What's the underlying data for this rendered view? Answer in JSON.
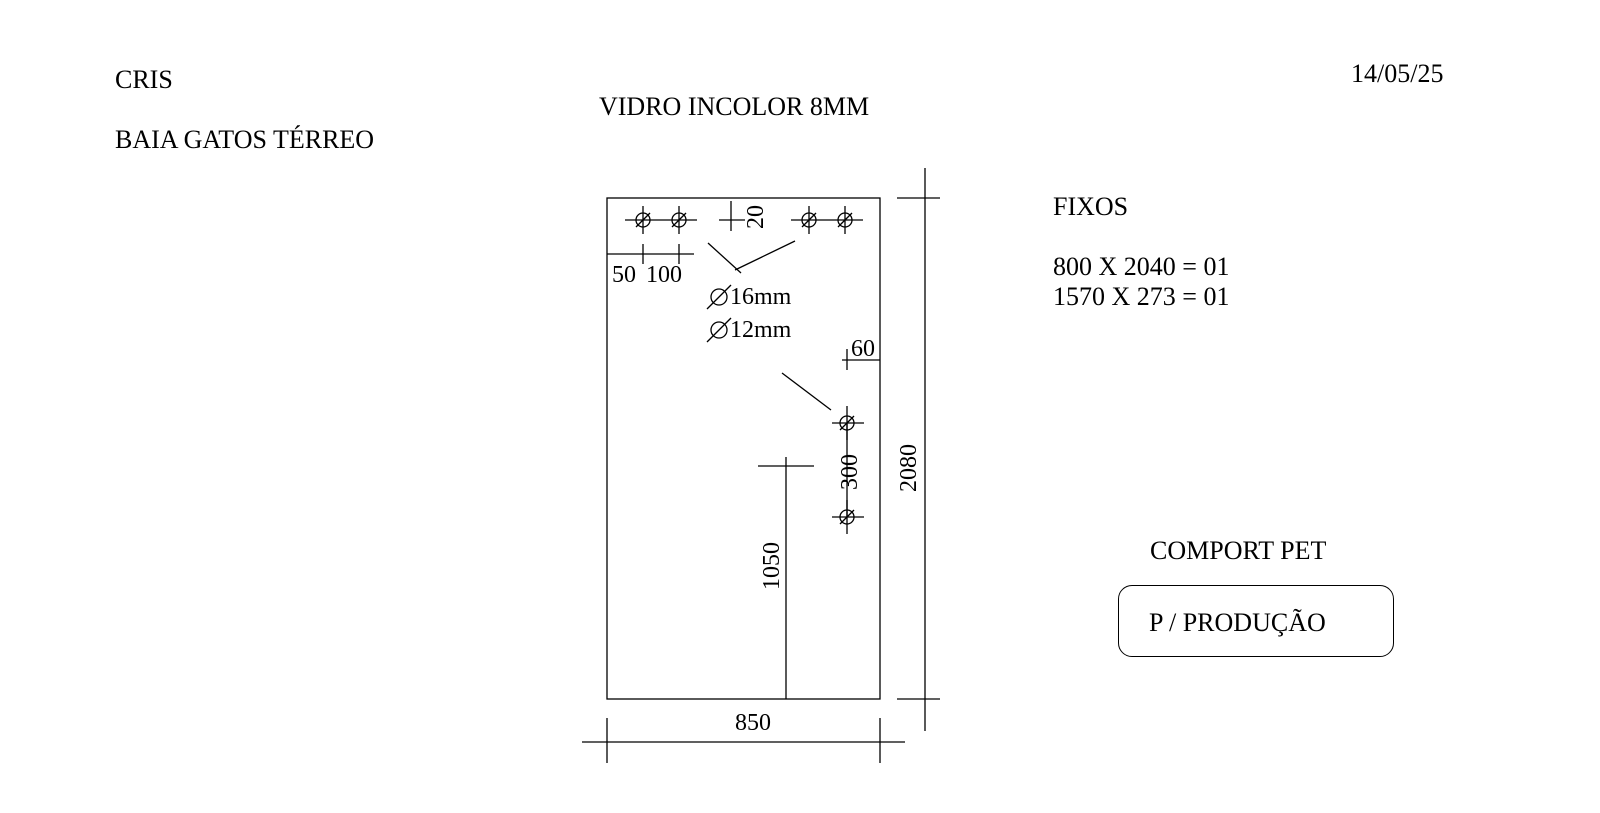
{
  "header": {
    "client": "CRIS",
    "project": "BAIA GATOS TÉRREO",
    "material": "VIDRO INCOLOR 8MM",
    "date": "14/05/25"
  },
  "summary": {
    "title": "FIXOS",
    "lines": [
      "800 X 2040 = 01",
      "1570 X 273 = 01"
    ]
  },
  "note": {
    "label": "COMPORT PET",
    "box_text": "P / PRODUÇÃO"
  },
  "drawing": {
    "dims": {
      "width": "850",
      "height": "2080",
      "top_offset": "20",
      "left_offset": "50",
      "hole_spacing": "100",
      "right_offset": "60",
      "vertical_spacing": "300",
      "handle_height": "1050"
    },
    "holes": {
      "d16": "16mm",
      "d12": "12mm"
    }
  }
}
